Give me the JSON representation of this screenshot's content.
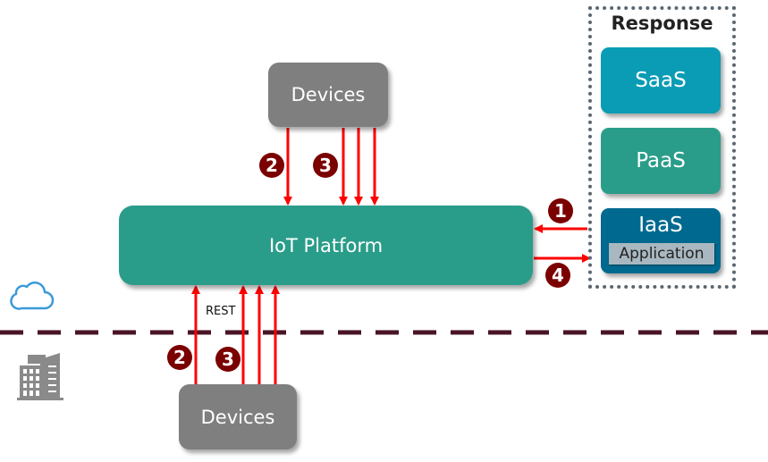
{
  "zones": {
    "cloud_icon": "cloud-icon",
    "onprem_icon": "building-icon"
  },
  "devices_top": {
    "label": "Devices"
  },
  "devices_bottom": {
    "label": "Devices"
  },
  "platform": {
    "label": "IoT Platform"
  },
  "response": {
    "title": "Response",
    "services": [
      {
        "label": "SaaS"
      },
      {
        "label": "PaaS"
      },
      {
        "label": "IaaS",
        "sublabel": "Application"
      }
    ]
  },
  "connections": {
    "rest_label": "REST",
    "badges": {
      "top_2": "2",
      "top_3": "3",
      "right_1": "1",
      "right_4": "4",
      "bottom_2": "2",
      "bottom_3": "3"
    }
  },
  "colors": {
    "arrow": "#ff0000",
    "badge": "#7b0000",
    "divider": "#4a1426",
    "platform": "#2a9d8a",
    "saas": "#0a9cb4",
    "paas": "#2a9d8a",
    "iaas": "#00698f",
    "devices": "#7f7f7f"
  }
}
